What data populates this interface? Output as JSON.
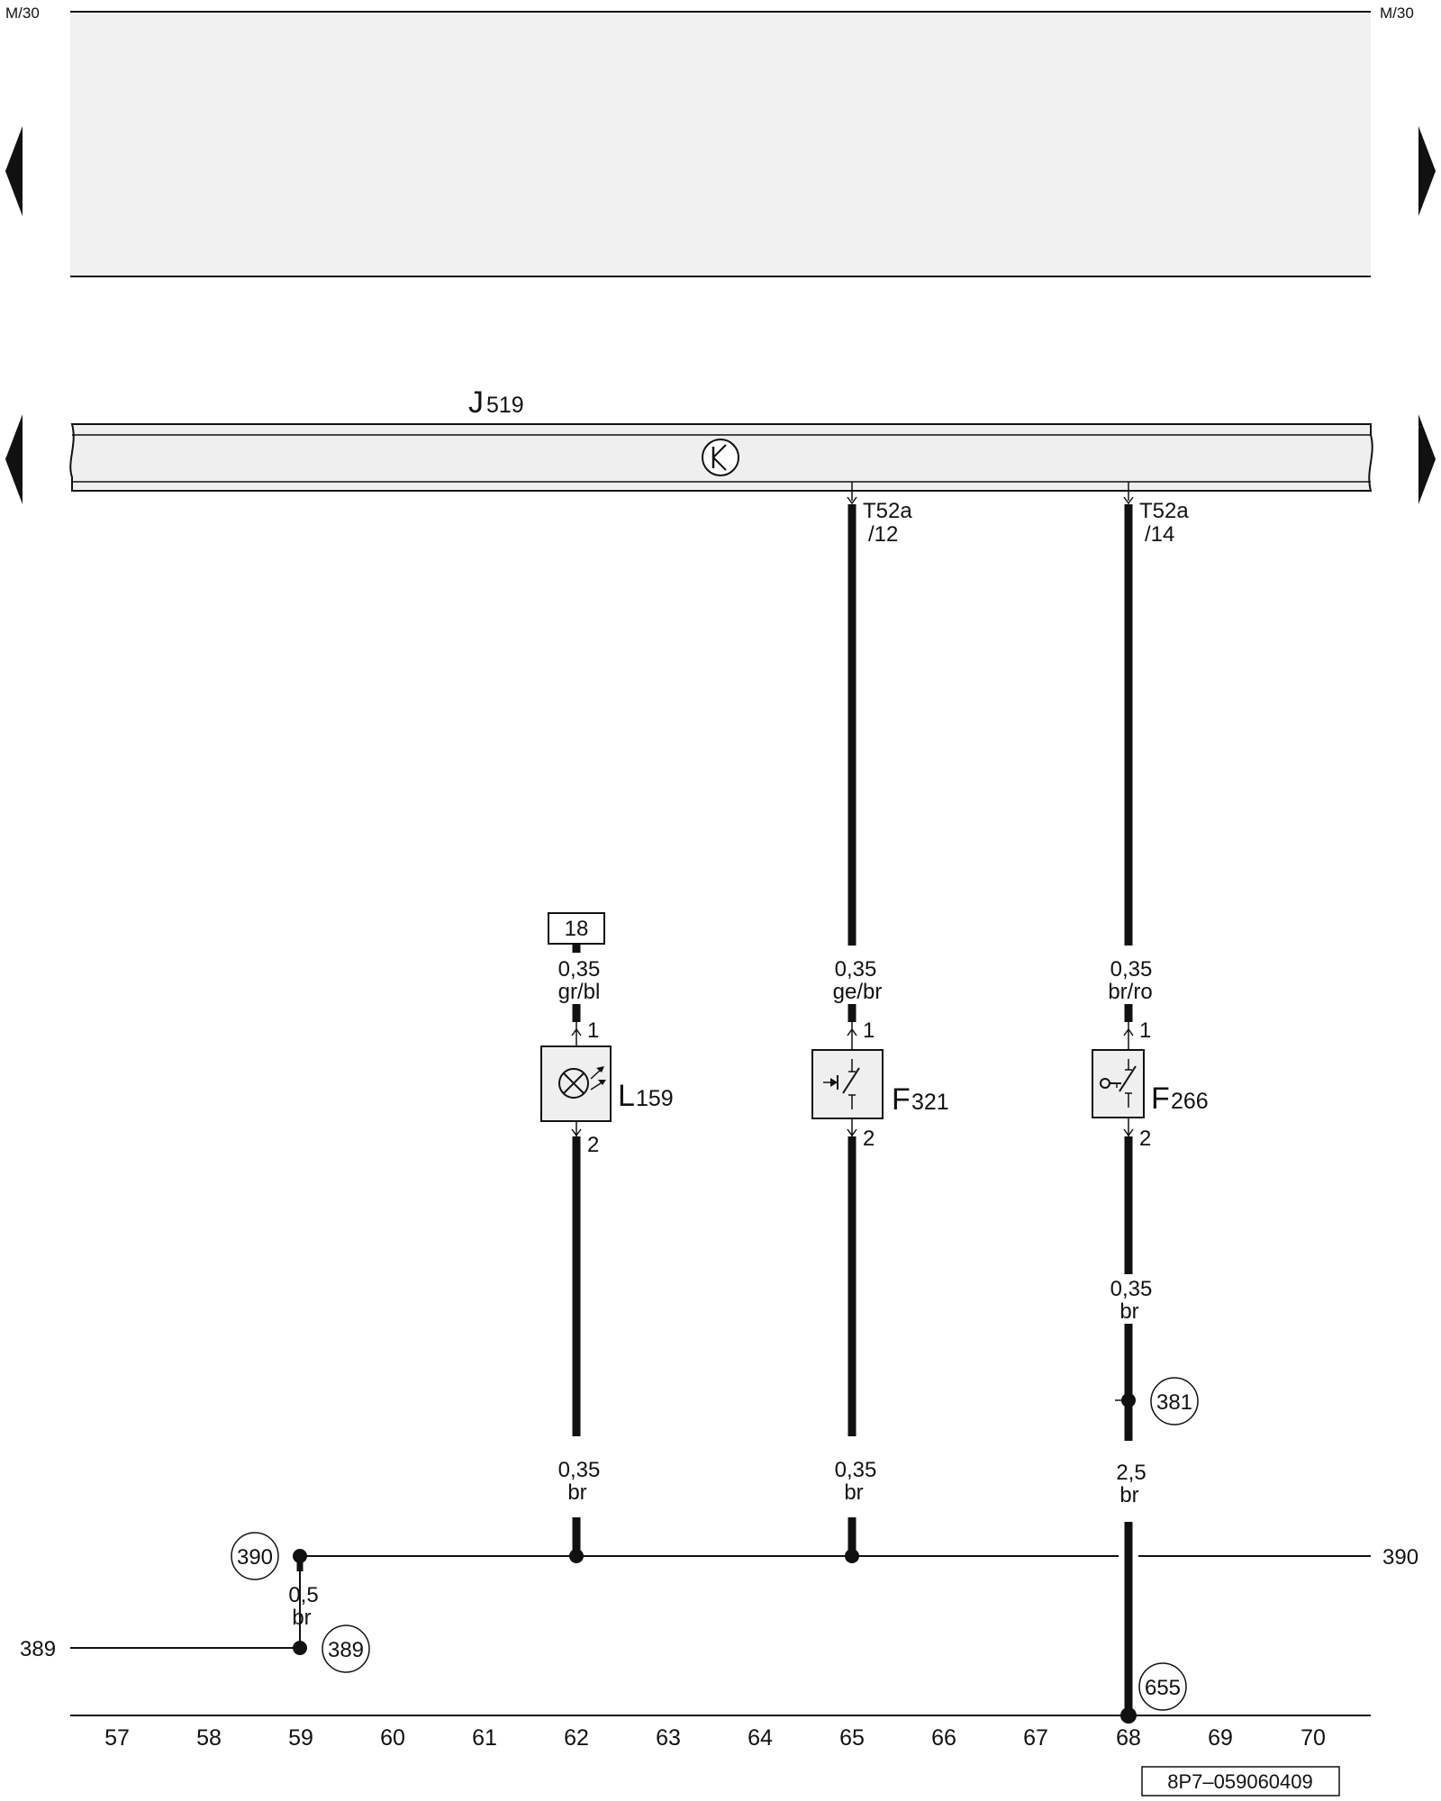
{
  "header": {
    "left_ref": "M/30",
    "right_ref": "M/30"
  },
  "control_unit": {
    "name": "J",
    "sub": "519"
  },
  "connectors": [
    {
      "name": "T52a",
      "pin": "/12"
    },
    {
      "name": "T52a",
      "pin": "/14"
    }
  ],
  "wires": {
    "l159_top": {
      "size": "0,35",
      "color": "gr/bl"
    },
    "f321_top": {
      "size": "0,35",
      "color": "ge/br"
    },
    "f266_top": {
      "size": "0,35",
      "color": "br/ro"
    },
    "f266_mid": {
      "size": "0,35",
      "color": "br"
    },
    "l159_bottom": {
      "size": "0,35",
      "color": "br"
    },
    "f321_bottom": {
      "size": "0,35",
      "color": "br"
    },
    "f266_bottom": {
      "size": "2,5",
      "color": "br"
    },
    "ground_link": {
      "size": "0,5",
      "color": "br"
    }
  },
  "components": [
    {
      "name": "L",
      "sub": "159",
      "icon": "bulb-icon"
    },
    {
      "name": "F",
      "sub": "321",
      "icon": "switch-icon"
    },
    {
      "name": "F",
      "sub": "266",
      "icon": "key-switch-icon"
    }
  ],
  "pins": {
    "one": "1",
    "two": "2"
  },
  "terminal_box": "18",
  "ground_points": {
    "g390": "390",
    "g389": "389",
    "g381": "381",
    "g655": "655"
  },
  "line_refs": {
    "right_390": "390",
    "left_389": "389"
  },
  "columns": [
    "57",
    "58",
    "59",
    "60",
    "61",
    "62",
    "63",
    "64",
    "65",
    "66",
    "67",
    "68",
    "69",
    "70"
  ],
  "doc_code": "8P7–059060409",
  "colors": {
    "band_fill": "#f0f0f0",
    "ink": "#111111",
    "panel_fill": "#efefef"
  }
}
